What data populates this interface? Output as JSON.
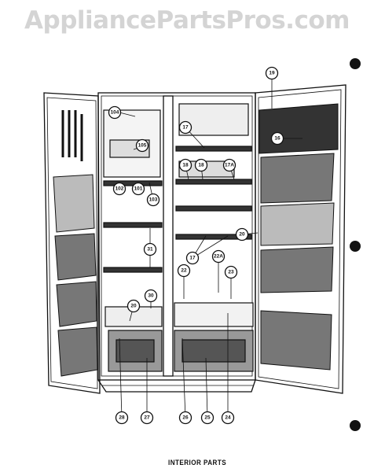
{
  "watermark": "AppliancePartsPros.com",
  "caption": "INTERIOR PARTS",
  "callouts": [
    {
      "id": "c19",
      "label": "19"
    },
    {
      "id": "c16",
      "label": "16"
    },
    {
      "id": "c104",
      "label": "104"
    },
    {
      "id": "c105",
      "label": "105"
    },
    {
      "id": "c17",
      "label": "17"
    },
    {
      "id": "c18a",
      "label": "18"
    },
    {
      "id": "c18b",
      "label": "18"
    },
    {
      "id": "c17a",
      "label": "17A"
    },
    {
      "id": "c102",
      "label": "102"
    },
    {
      "id": "c101",
      "label": "101"
    },
    {
      "id": "c103",
      "label": "103"
    },
    {
      "id": "c20r",
      "label": "20"
    },
    {
      "id": "c31",
      "label": "31"
    },
    {
      "id": "c17b",
      "label": "17"
    },
    {
      "id": "c22a",
      "label": "22A"
    },
    {
      "id": "c22",
      "label": "22"
    },
    {
      "id": "c23",
      "label": "23"
    },
    {
      "id": "c30",
      "label": "30"
    },
    {
      "id": "c20l",
      "label": "20"
    },
    {
      "id": "c28",
      "label": "28"
    },
    {
      "id": "c27",
      "label": "27"
    },
    {
      "id": "c26",
      "label": "26"
    },
    {
      "id": "c25",
      "label": "25"
    },
    {
      "id": "c24",
      "label": "24"
    }
  ]
}
